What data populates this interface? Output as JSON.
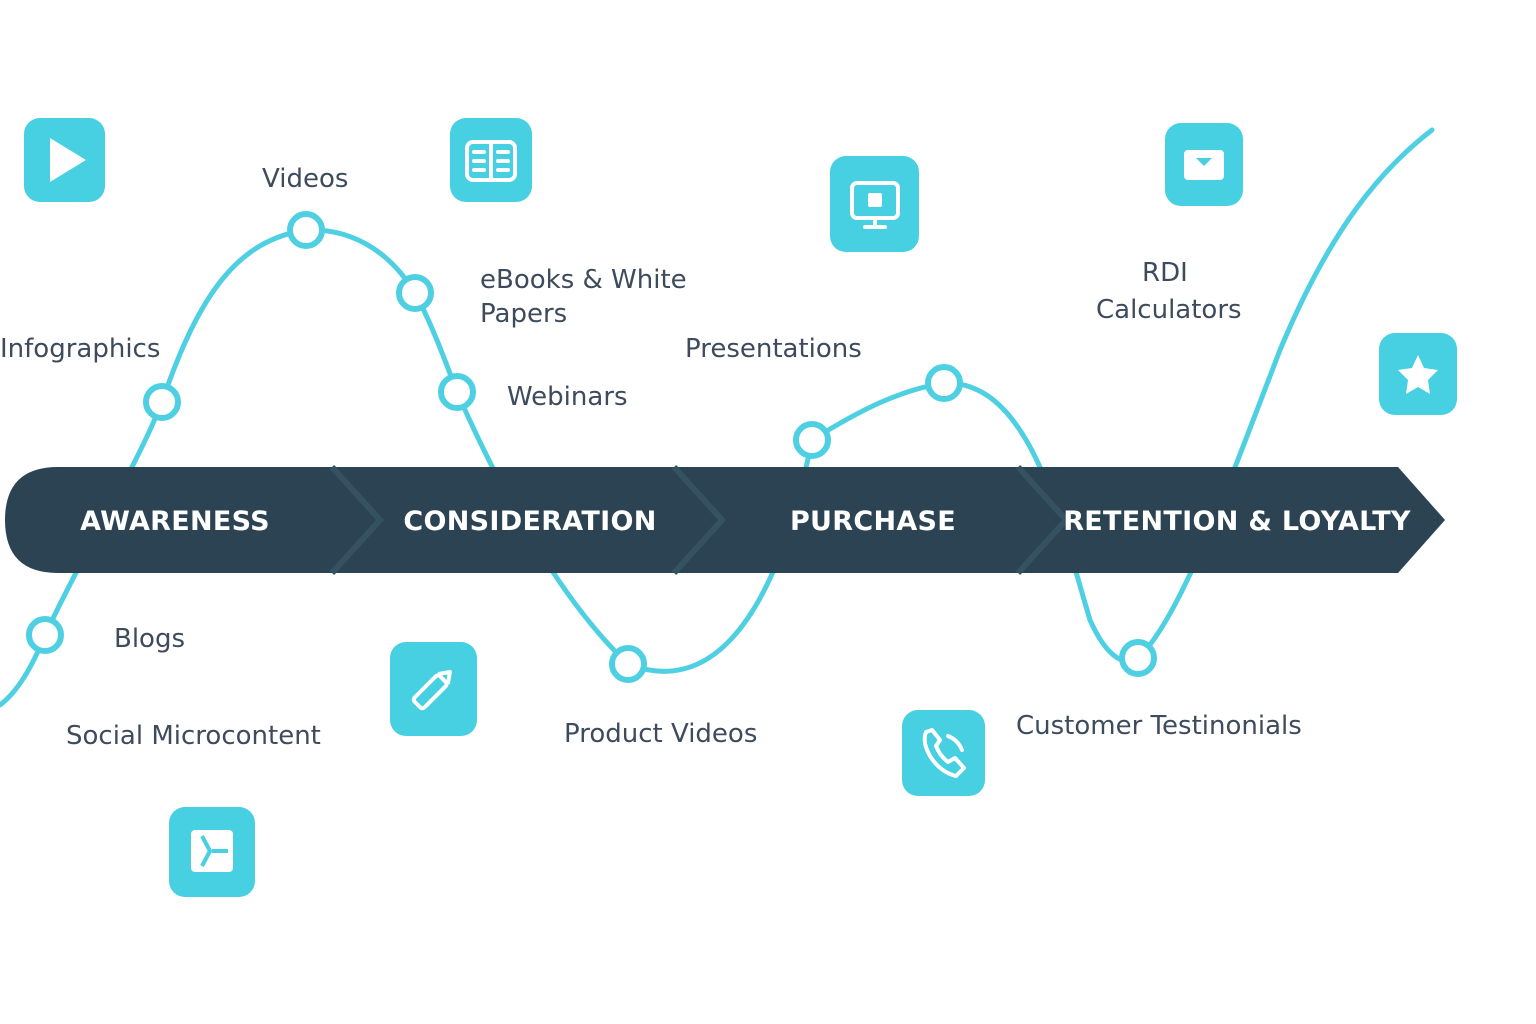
{
  "colors": {
    "accent": "#47cfe2",
    "banner": "#2b4353",
    "label_text": "#3d4b5c",
    "banner_text": "#ffffff"
  },
  "stages": [
    {
      "label": "AWARENESS"
    },
    {
      "label": "CONSIDERATION"
    },
    {
      "label": "PURCHASE"
    },
    {
      "label": "RETENTION & LOYALTY"
    }
  ],
  "content_types": [
    {
      "lines": [
        "Videos"
      ]
    },
    {
      "lines": [
        "eBooks & White",
        "Papers"
      ]
    },
    {
      "lines": [
        "Infographics"
      ]
    },
    {
      "lines": [
        "Webinars"
      ]
    },
    {
      "lines": [
        "Presentations"
      ]
    },
    {
      "lines": [
        "RDI",
        "Calculators"
      ]
    },
    {
      "lines": [
        "Blogs"
      ]
    },
    {
      "lines": [
        "Social Microcontent"
      ]
    },
    {
      "lines": [
        "Product Videos"
      ]
    },
    {
      "lines": [
        "Customer Testinonials"
      ]
    }
  ],
  "icons": [
    "play-icon",
    "book-icon",
    "monitor-icon",
    "email-icon",
    "star-icon",
    "pencil-icon",
    "phone-icon",
    "document-icon"
  ]
}
